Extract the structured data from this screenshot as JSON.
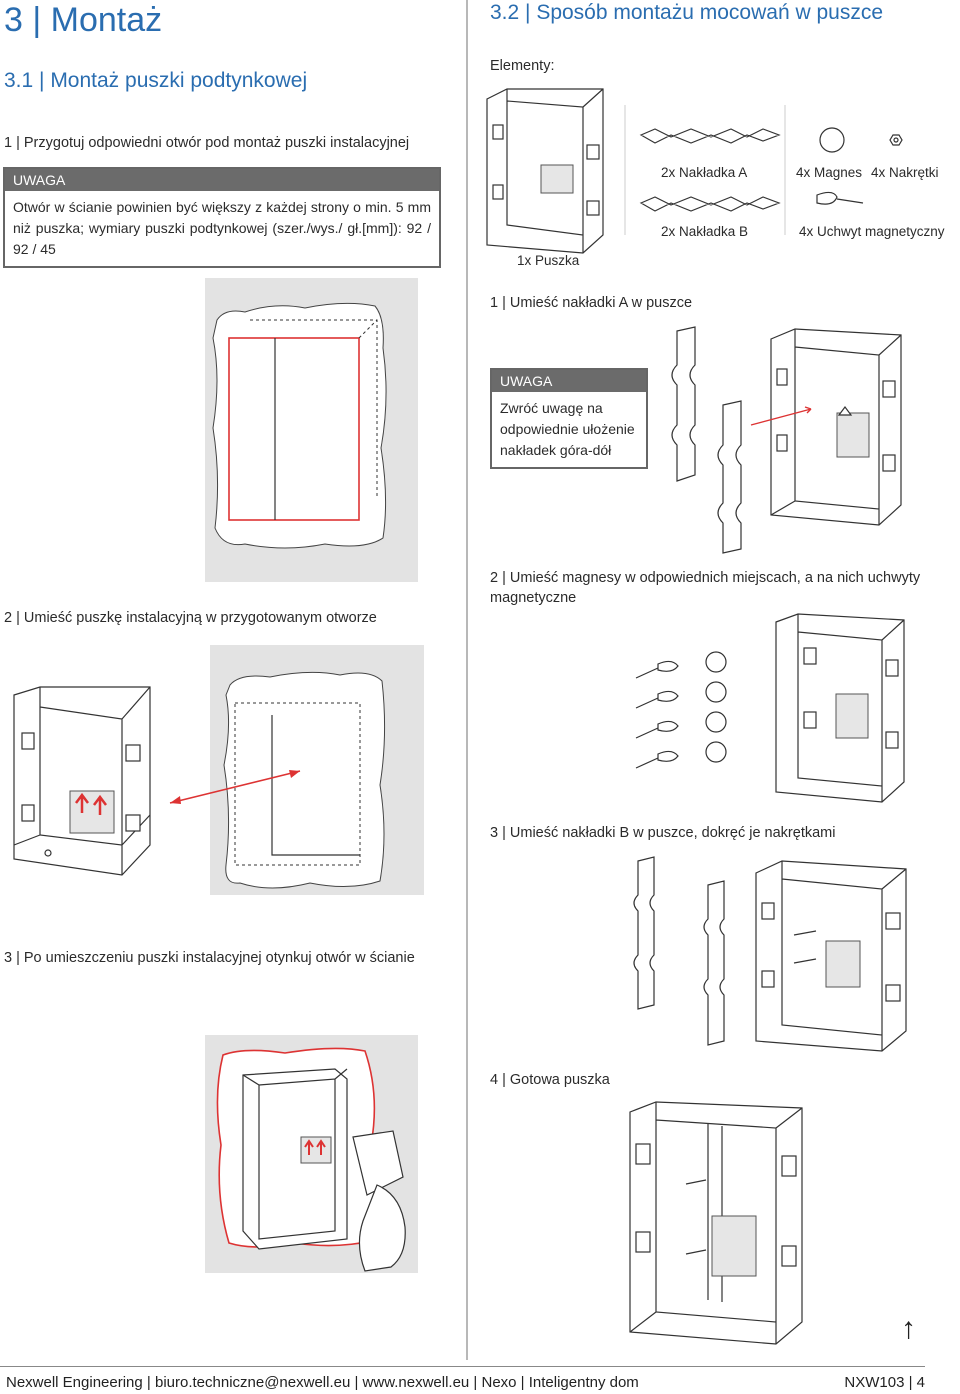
{
  "left": {
    "title": "3 | Montaż",
    "subtitle": "3.1 | Montaż puszki podtynkowej",
    "step1": "1 | Przygotuj odpowiedni otwór pod montaż puszki instalacyjnej",
    "warning": {
      "head": "UWAGA",
      "body": "Otwór w ścianie powinien być większy z każdej strony o min. 5 mm niż puszka; wymiary puszki podtynkowej (szer./wys./ gł.[mm]): 92 / 92 / 45"
    },
    "step2": "2 | Umieść puszkę instalacyjną w przygotowanym otworze",
    "step3": "3 | Po umieszczeniu puszki instalacyjnej otynkuj otwór w ścianie"
  },
  "right": {
    "title": "3.2 | Sposób montażu mocowań w puszce",
    "elements_label": "Elementy:",
    "parts": {
      "box": "1x Puszka",
      "plate_a": "2x Nakładka A",
      "plate_b": "2x Nakładka B",
      "magnets": "4x Magnes",
      "nuts": "4x Nakrętki",
      "holders": "4x Uchwyt magnetyczny"
    },
    "step1": "1 | Umieść nakładki A w puszce",
    "warning": {
      "head": "UWAGA",
      "body": "Zwróć uwagę na odpowiednie ułożenie nakładek góra-dół"
    },
    "step2": "2 | Umieść magnesy w odpowiednich miejscach, a na nich uchwyty magnetyczne",
    "step3": "3 | Umieść nakładki B w puszce, dokręć je nakrętkami",
    "step4": "4 | Gotowa puszka",
    "up_arrow": "↑"
  },
  "footer": {
    "left": "Nexwell Engineering | biuro.techniczne@nexwell.eu | www.nexwell.eu | Nexo | Inteligentny dom",
    "right": "NXW103 | 4"
  },
  "colors": {
    "accent": "#2a6db0",
    "warning_head": "#6b6b6b",
    "red_line": "#dd3333"
  }
}
